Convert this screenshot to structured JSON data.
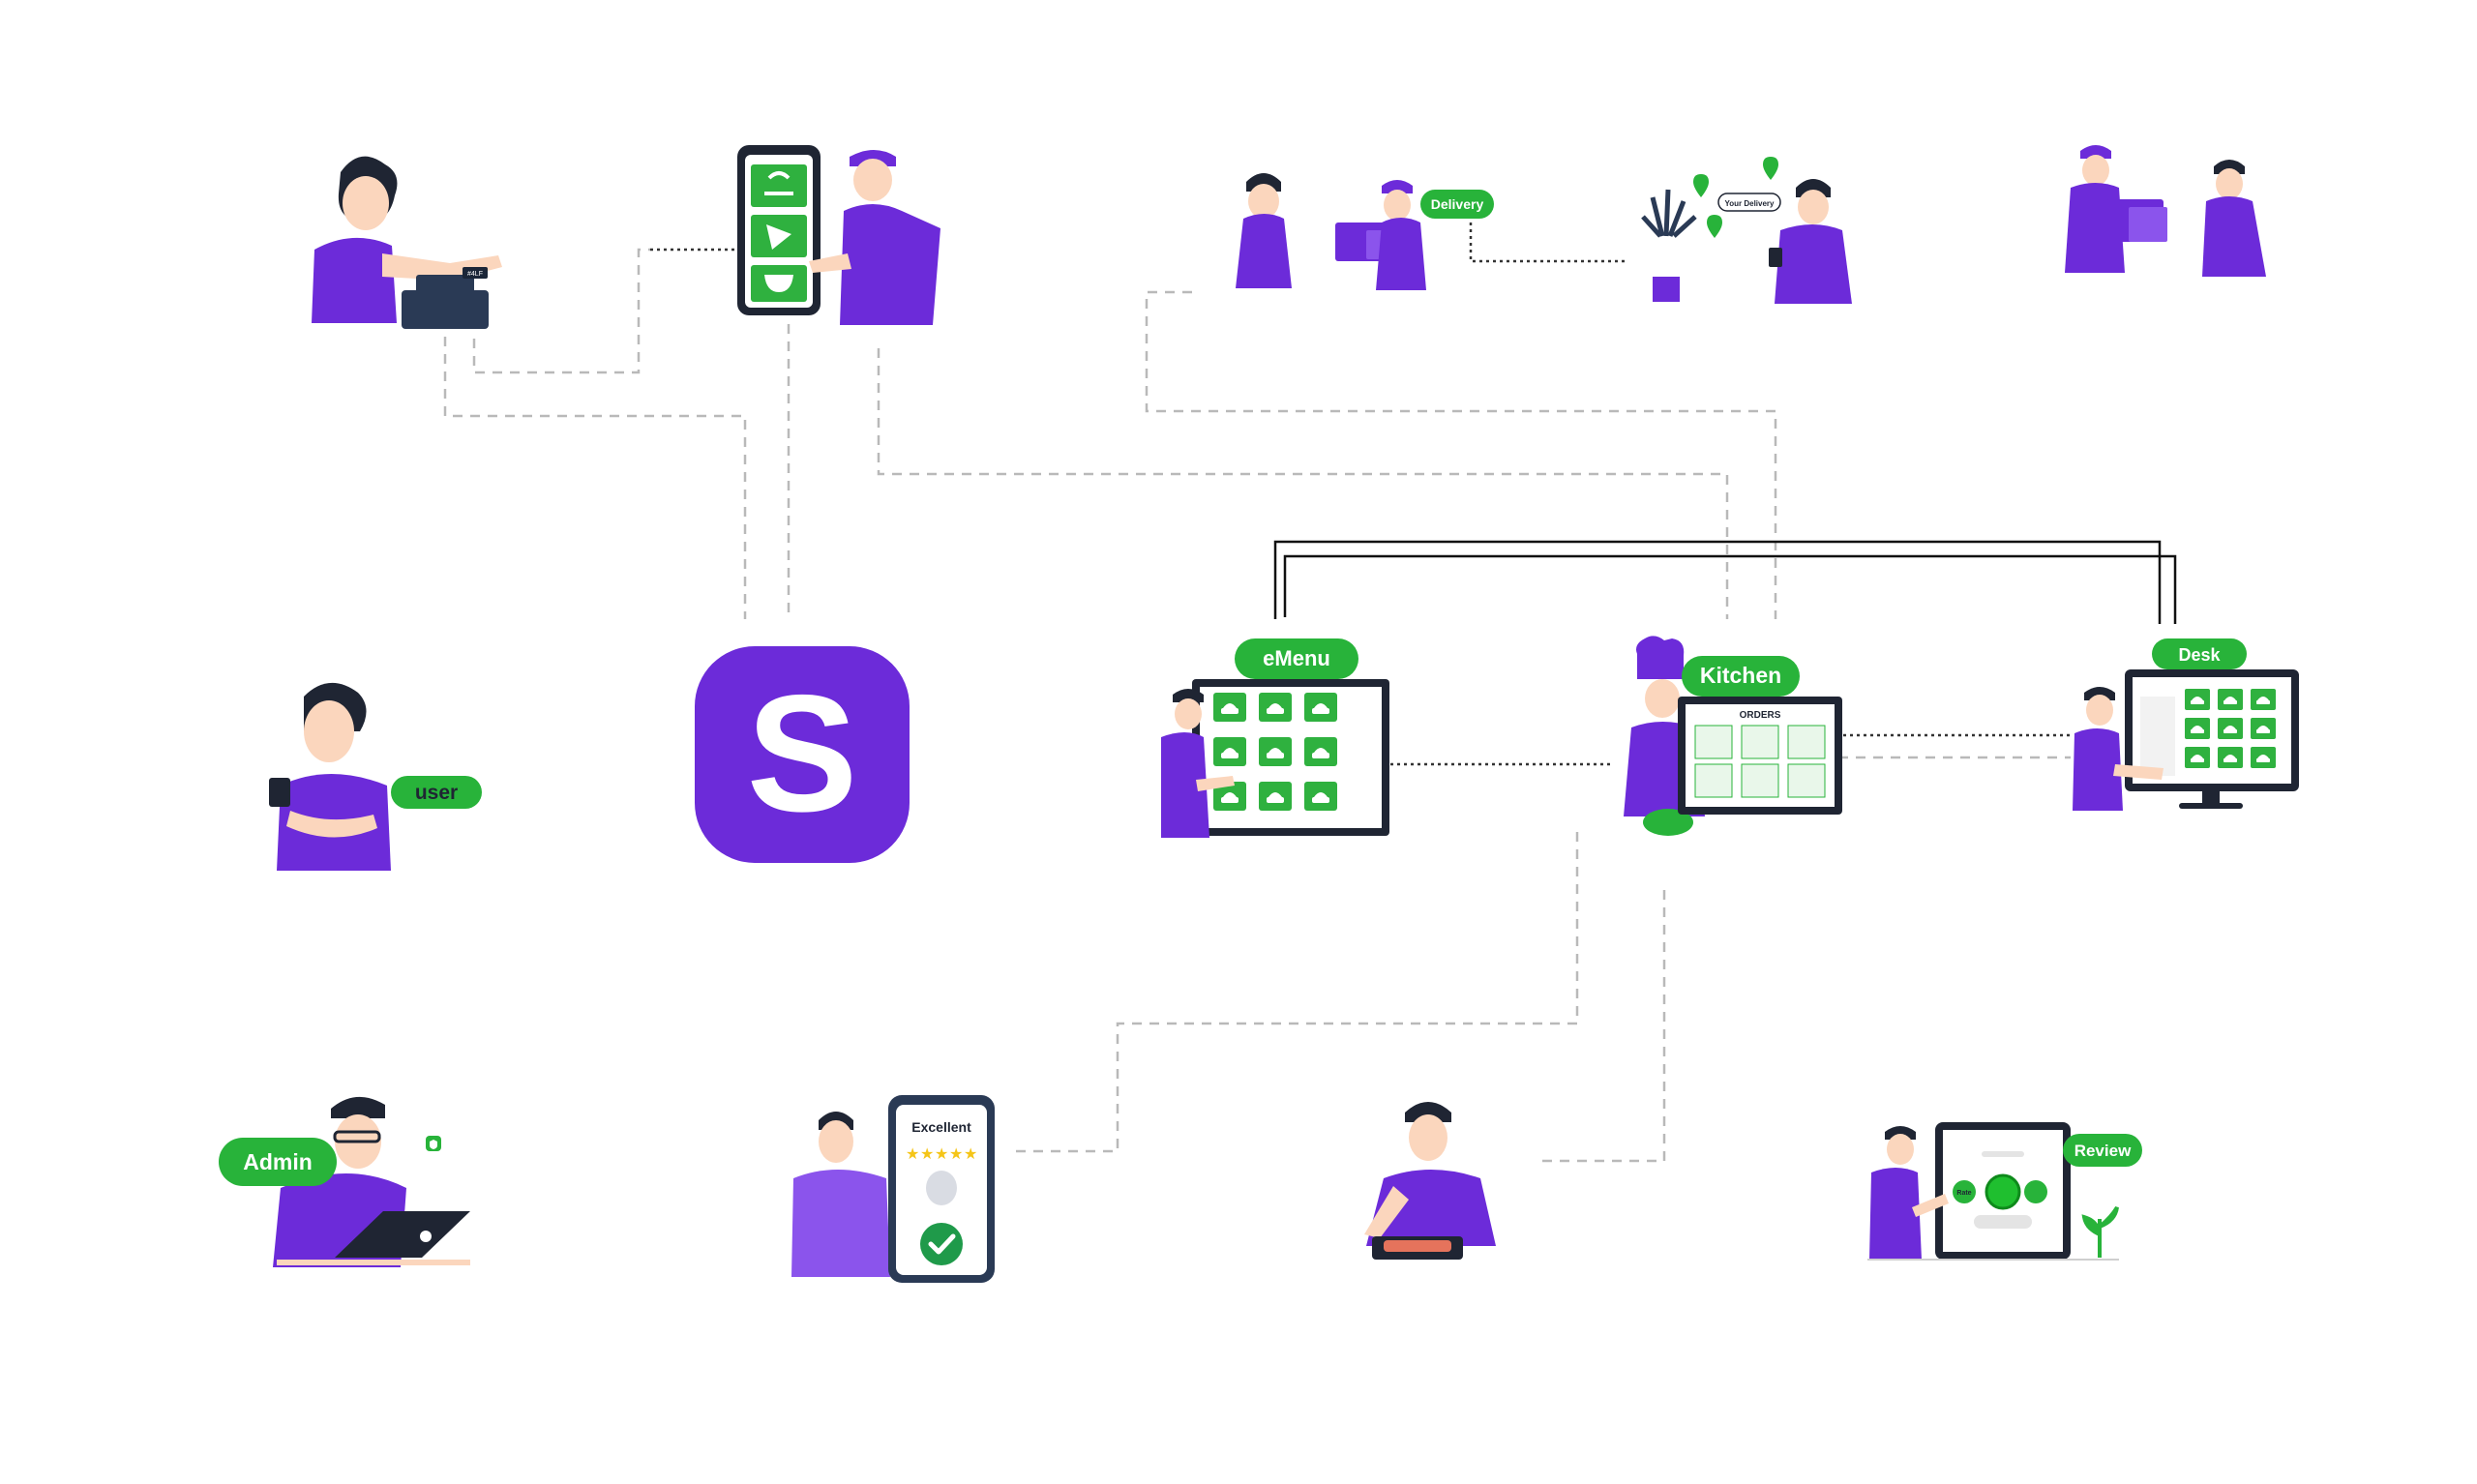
{
  "brand": {
    "logo_letter": "S",
    "purple": "#6c2bd9",
    "green": "#28b33a"
  },
  "labels": {
    "user": "user",
    "admin": "Admin",
    "emenu": "eMenu",
    "kitchen": "Kitchen",
    "desk": "Desk",
    "delivery": "Delivery",
    "review": "Review",
    "excellent": "Excellent",
    "orders_heading": "ORDERS",
    "kitchen_screen_heading": "ORDERS",
    "rate_button": "Rate",
    "register_label": "#4LF",
    "chat_bubble": "Your Delivery"
  },
  "icons": {
    "food_tile": "food-icon",
    "check": "check-icon",
    "location_pin": "location-pin-icon",
    "shield": "shield-icon",
    "star": "star-icon"
  }
}
